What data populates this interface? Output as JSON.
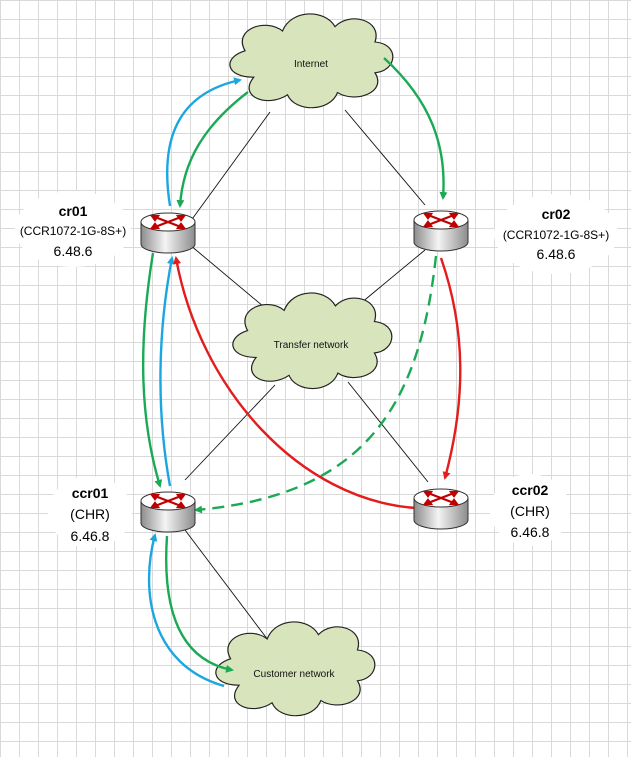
{
  "colors": {
    "cloud_fill": "#d8e4bc",
    "cloud_stroke": "#222222",
    "link": "#111111",
    "arrow_green": "#1aaa55",
    "arrow_blue": "#1ca6e0",
    "arrow_red": "#e31c1c",
    "router_red": "#c00000"
  },
  "clouds": {
    "internet": {
      "label": "Internet"
    },
    "transfer": {
      "label": "Transfer network"
    },
    "customer": {
      "label": "Customer network"
    }
  },
  "routers": {
    "cr01": {
      "name": "cr01",
      "model": "(CCR1072-1G-8S+)",
      "version": "6.48.6",
      "icon": "router-icon"
    },
    "cr02": {
      "name": "cr02",
      "model": "(CCR1072-1G-8S+)",
      "version": "6.48.6",
      "icon": "router-icon"
    },
    "ccr01": {
      "name": "ccr01",
      "model": "(CHR)",
      "version": "6.46.8",
      "icon": "router-icon"
    },
    "ccr02": {
      "name": "ccr02",
      "model": "(CHR)",
      "version": "6.46.8",
      "icon": "router-icon"
    }
  }
}
